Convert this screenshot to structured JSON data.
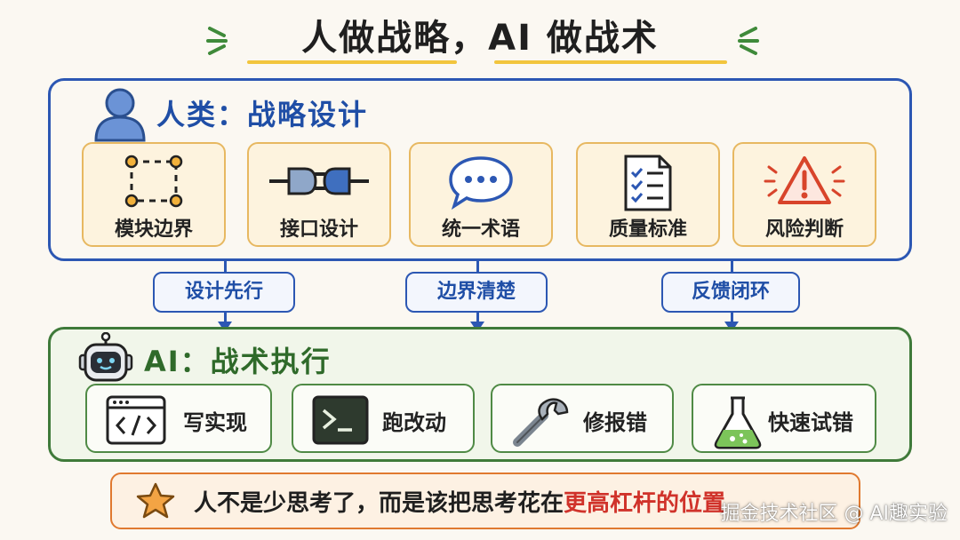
{
  "title": "人做战略，AI 做战术",
  "human": {
    "heading": "人类：战略设计",
    "cards": [
      {
        "label": "模块边界",
        "icon": "dashed-square-icon"
      },
      {
        "label": "接口设计",
        "icon": "plug-icon"
      },
      {
        "label": "统一术语",
        "icon": "chat-bubble-icon"
      },
      {
        "label": "质量标准",
        "icon": "checklist-icon"
      },
      {
        "label": "风险判断",
        "icon": "warning-icon"
      }
    ]
  },
  "connectors": [
    {
      "label": "设计先行"
    },
    {
      "label": "边界清楚"
    },
    {
      "label": "反馈闭环"
    }
  ],
  "ai": {
    "heading": "AI：战术执行",
    "cards": [
      {
        "label": "写实现",
        "icon": "code-window-icon"
      },
      {
        "label": "跑改动",
        "icon": "terminal-icon"
      },
      {
        "label": "修报错",
        "icon": "wrench-icon"
      },
      {
        "label": "快速试错",
        "icon": "flask-icon"
      }
    ]
  },
  "banner": {
    "text_plain": "人不是少思考了，而是该把思考花在",
    "text_highlight": "更高杠杆的位置"
  },
  "watermark": "掘金技术社区 @ AI趣实验",
  "colors": {
    "blue": "#2c57b3",
    "green": "#3f7a3a",
    "orange": "#e0792f",
    "card_fill": "#fdf3de",
    "highlight_red": "#d0322a"
  }
}
